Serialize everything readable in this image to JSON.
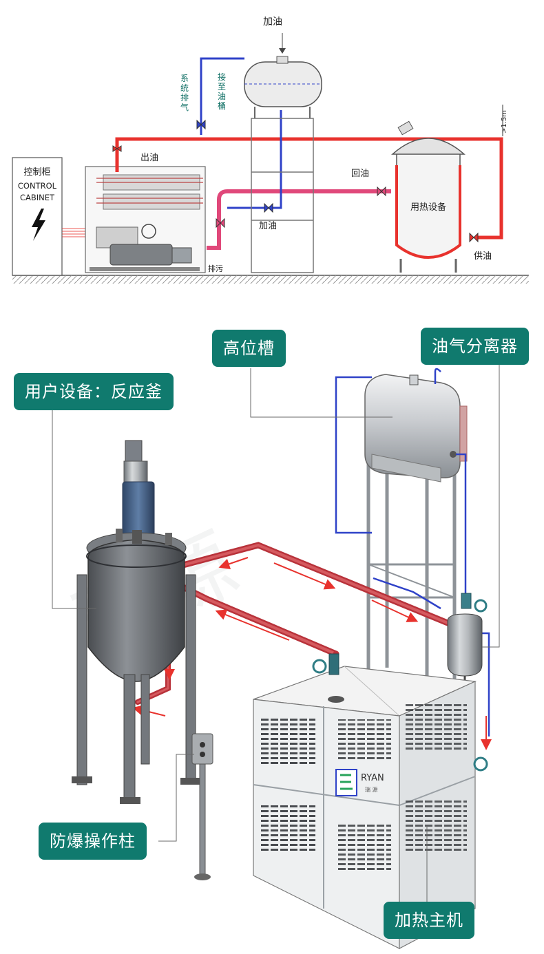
{
  "top_diagram": {
    "labels": {
      "add_oil_top": "加油",
      "system_exhaust": [
        "系",
        "统",
        "排",
        "气"
      ],
      "to_oil_drum": [
        "接",
        "至",
        "油",
        "桶"
      ],
      "outlet_oil": "出油",
      "control_cabinet_cn": "控制柜",
      "control_cabinet_en_1": "CONTROL",
      "control_cabinet_en_2": "CABINET",
      "return_oil": "回油",
      "add_oil_mid": "加油",
      "heating_equipment": "用热设备",
      "supply_oil": "供油",
      "drain": "排污",
      "height_note": ">1.5m"
    }
  },
  "bottom_diagram": {
    "callouts": {
      "high_tank": "高位槽",
      "separator": "油气分离器",
      "reactor": "用户设备：反应釜",
      "ex_column": "防爆操作柱",
      "heater": "加热主机"
    },
    "brand": "RYAN",
    "brand_sub": "瑞 源",
    "watermark": "瑞源"
  },
  "colors": {
    "hot_pipe": "#e8322d",
    "return_pipe": "#e0487a",
    "cold_pipe": "#2f42c8",
    "callout_bg": "#107a6e",
    "label_green": "#0d6e63"
  }
}
